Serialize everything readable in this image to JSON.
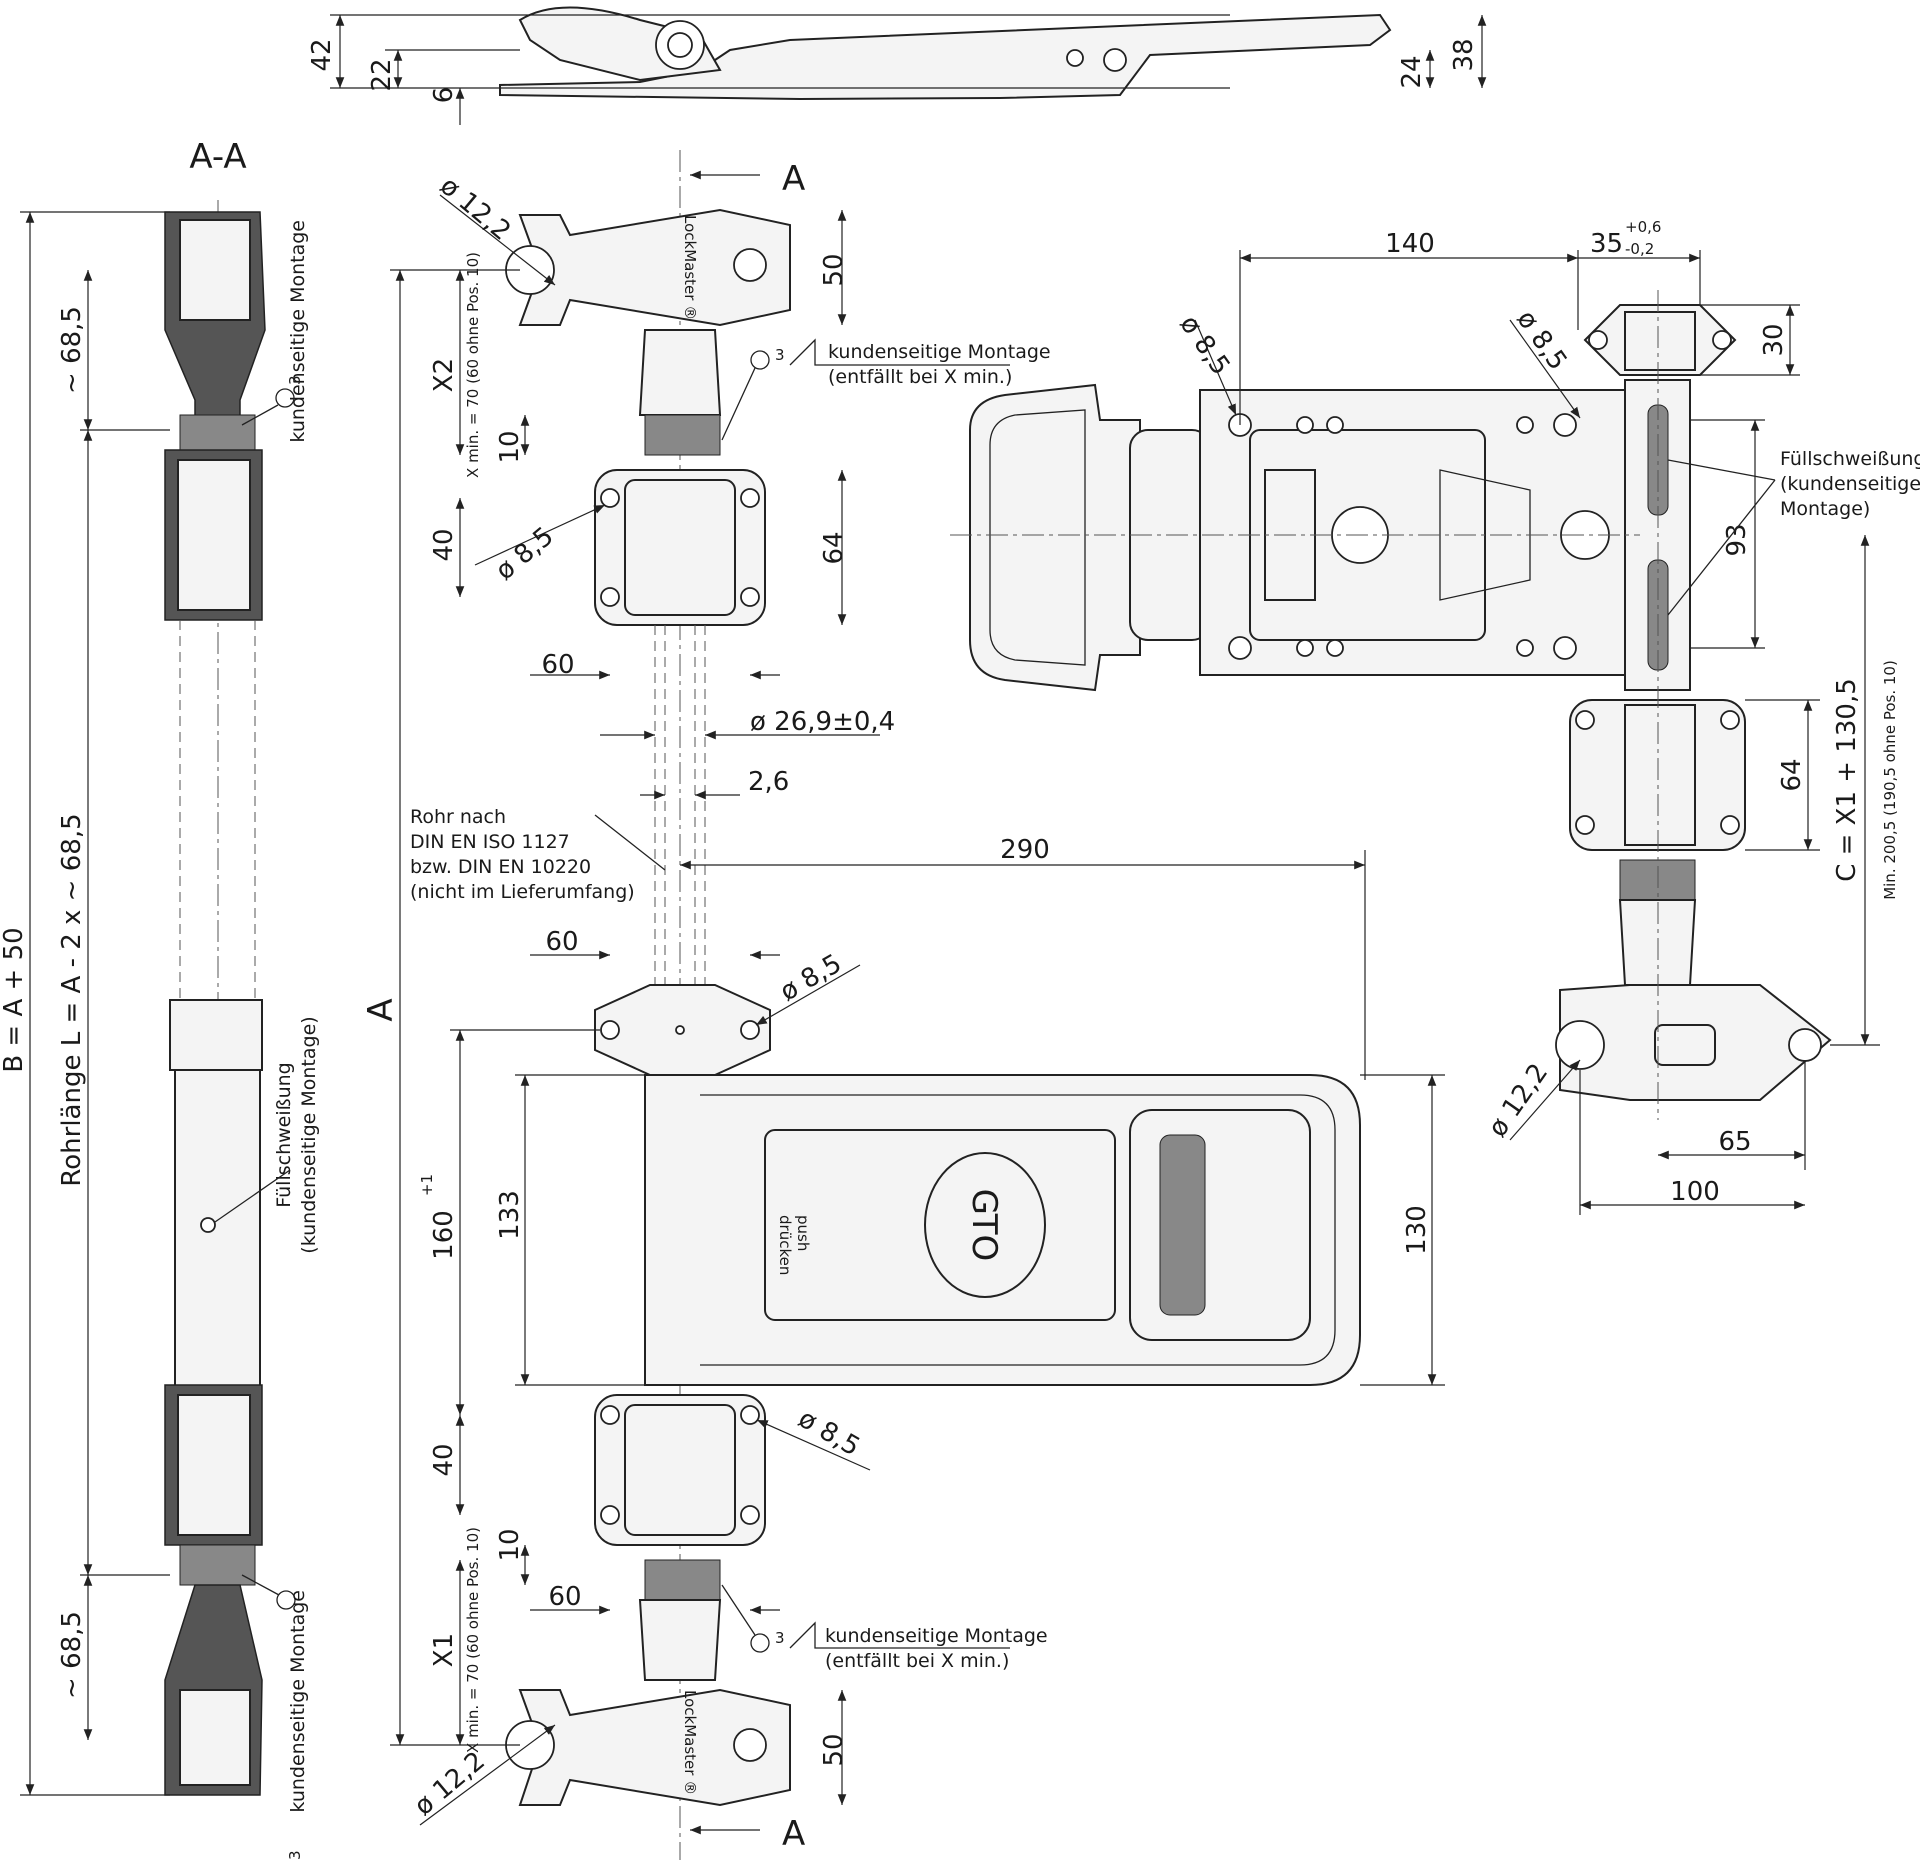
{
  "section": {
    "title": "A-A",
    "cut_label": "A"
  },
  "dims": {
    "side_h42": "42",
    "side_h22": "22",
    "side_h6": "6",
    "side_h24": "24",
    "side_h38": "38",
    "bolt_dia": "ø 12,2",
    "hole_dia": "ø 8,5",
    "h50": "50",
    "h10": "10",
    "h40": "40",
    "h64": "64",
    "w60": "60",
    "x2": "X2",
    "x1": "X1",
    "xmin": "X min. = 70 (60 ohne Pos. 10)",
    "tube_dia": "ø 26,9±0,4",
    "wall": "2,6",
    "w290": "290",
    "h160": "160",
    "h160_tol": "+1",
    "h133": "133",
    "h130": "130",
    "a": "A",
    "w140": "140",
    "w35": "35",
    "tol_plus": "+0,6",
    "tol_minus": "-0,2",
    "h30": "30",
    "h93": "93",
    "h64b": "64",
    "c_formula": "C = X1 + 130,5",
    "c_min": "Min. 200,5 (190,5 ohne Pos. 10)",
    "w65": "65",
    "w100": "100",
    "b_formula": "B = A + 50",
    "l_formula": "Rohrlänge L = A - 2 x ~ 68,5",
    "approx": "~ 68,5",
    "weld_num": "3"
  },
  "notes": {
    "customer": "kundenseitige Montage",
    "not_xmin": "(entfällt bei X min.)",
    "weld": "Füllschweißung",
    "weld_customer": "(kundenseitige Montage)",
    "weld_r1": "(kundenseitige",
    "weld_r2": "Montage)",
    "tube1": "Rohr nach",
    "tube2": "DIN EN ISO 1127",
    "tube3": "bzw. DIN EN 10220",
    "tube4": "(nicht im Lieferumfang)"
  },
  "labels": {
    "brand": "LockMaster ®",
    "logo": "GTO",
    "push1": "drücken",
    "push2": "push"
  }
}
